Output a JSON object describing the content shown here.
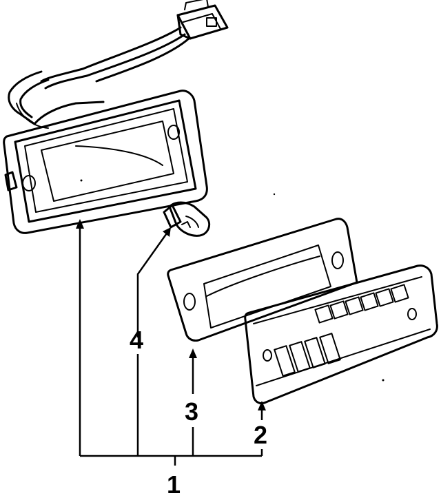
{
  "callouts": {
    "assembly": "1",
    "lens": "2",
    "gasket": "3",
    "bulb": "4"
  },
  "colors": {
    "ink": "#000000",
    "paper": "#ffffff"
  }
}
